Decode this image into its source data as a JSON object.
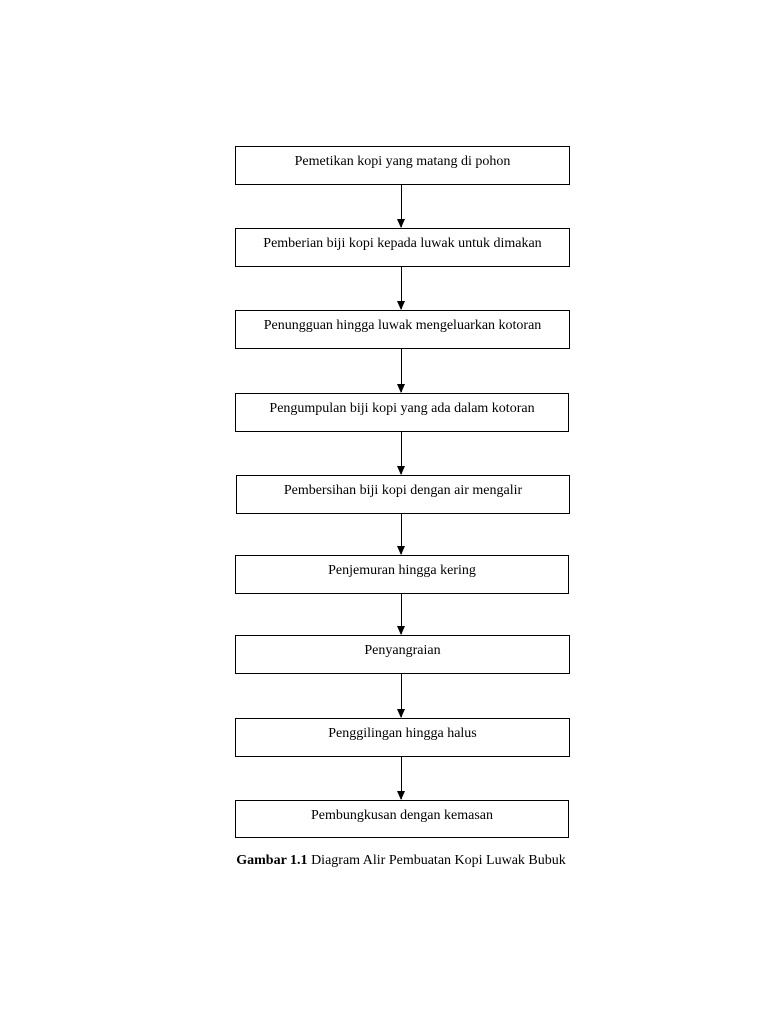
{
  "diagram": {
    "steps": [
      "Pemetikan kopi yang matang di pohon",
      "Pemberian biji kopi kepada luwak untuk dimakan",
      "Penungguan hingga luwak mengeluarkan kotoran",
      "Pengumpulan biji kopi yang ada dalam kotoran",
      "Pembersihan biji kopi dengan air mengalir",
      "Penjemuran hingga kering",
      "Penyangraian",
      "Penggilingan hingga halus",
      "Pembungkusan dengan kemasan"
    ],
    "colors": {
      "line": "#000000",
      "background": "#ffffff"
    }
  },
  "caption": {
    "label": "Gambar 1.1",
    "text": " Diagram Alir Pembuatan Kopi Luwak Bubuk"
  }
}
